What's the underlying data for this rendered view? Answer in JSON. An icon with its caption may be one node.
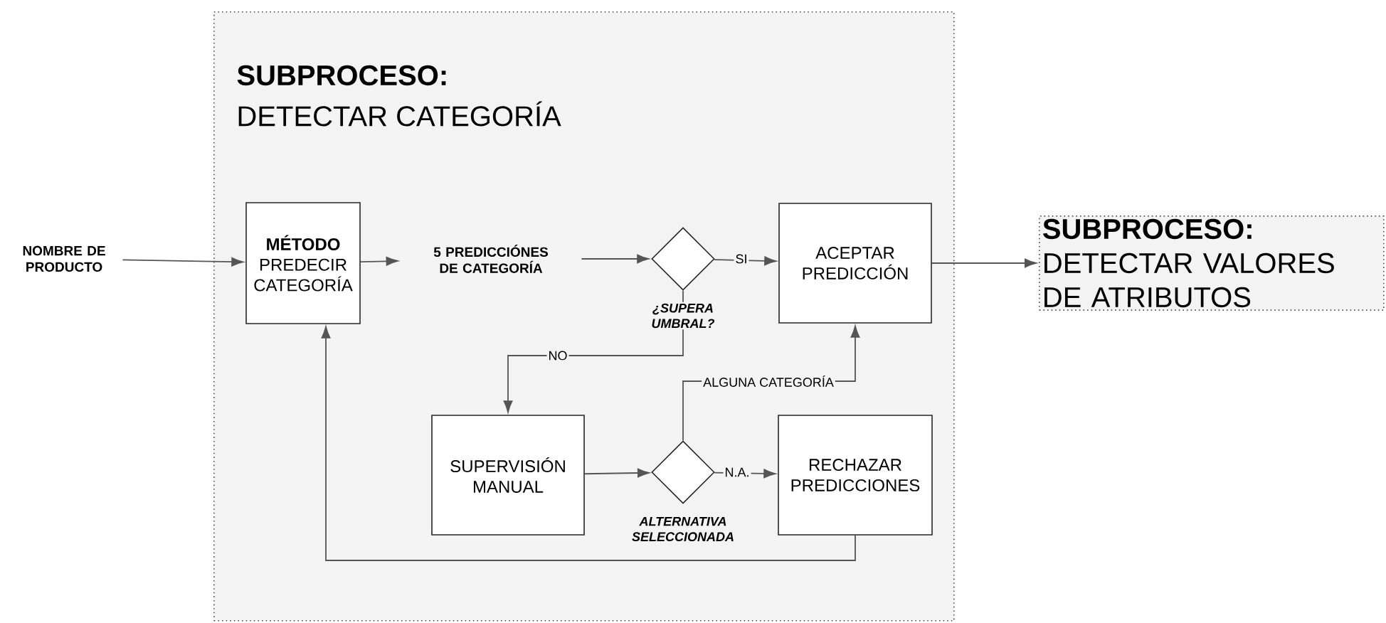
{
  "diagram": {
    "nodes": [
      {
        "text": [
          "SUBPROCESO:",
          "DETECTAR CATEGORÍA"
        ]
      },
      {
        "text": [
          "NOMBRE DE PRODUCTO"
        ]
      },
      {
        "text": [
          "MÉTODO",
          "PREDECIR CATEGORÍA"
        ],
        "in": 0
      },
      {
        "text": [
          "5 PREDICCIÓNES DE CATEGORÍA"
        ],
        "in": 0
      },
      {
        "text": [],
        "shape": "diamond",
        "beside": [
          "¿SUPERA UMBRAL?"
        ],
        "in": 0
      },
      {
        "text": [
          "ACEPTAR PREDICCIÓN"
        ],
        "in": 0
      },
      {
        "text": [
          "SUPERVISIÓN MANUAL"
        ],
        "in": 0
      },
      {
        "text": [],
        "shape": "diamond",
        "beside": [
          "ALTERNATIVA SELECCIONADA"
        ],
        "in": 0
      },
      {
        "text": [
          "RECHAZAR PREDICCIONES"
        ],
        "in": 0
      },
      {
        "text": [
          "SUBPROCESO:",
          "DETECTAR VALORES DE ATRIBUTOS"
        ]
      }
    ],
    "edges": [
      {
        "from": 1,
        "to": 2,
        "arrow": "to"
      },
      {
        "from": 2,
        "to": 3,
        "arrow": "to"
      },
      {
        "from": 3,
        "to": 4,
        "arrow": "to"
      },
      {
        "from": 4,
        "to": 5,
        "arrow": "to",
        "label": "SI"
      },
      {
        "from": 4,
        "to": 6,
        "arrow": "to",
        "label": "NO"
      },
      {
        "from": 6,
        "to": 7,
        "arrow": "to"
      },
      {
        "from": 7,
        "to": 5,
        "arrow": "to",
        "label": "ALGUNA CATEGORÍA"
      },
      {
        "from": 7,
        "to": 8,
        "arrow": "to",
        "label": "N.A."
      },
      {
        "from": 8,
        "to": 2,
        "arrow": "to"
      },
      {
        "from": 5,
        "to": 9,
        "arrow": "to"
      }
    ]
  }
}
